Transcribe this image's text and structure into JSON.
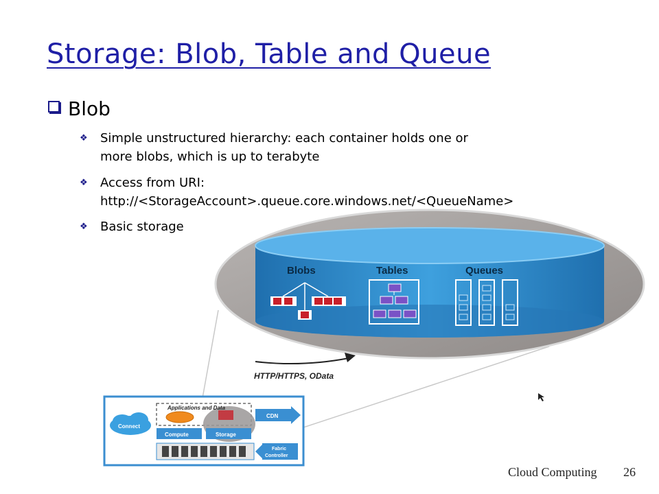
{
  "title": "Storage: Blob, Table and Queue",
  "bullet": "Blob",
  "sub_bullets": [
    {
      "line1": "Simple unstructured hierarchy: each container holds one or",
      "line2": "more blobs, which is up to terabyte"
    },
    {
      "line1": "Access from URI:",
      "line2": "http://<StorageAccount>.queue.core.windows.net/<QueueName>"
    },
    {
      "line1": "Basic storage",
      "line2": ""
    }
  ],
  "diagram": {
    "blobs": "Blobs",
    "tables": "Tables",
    "queues": "Queues",
    "protocol": "HTTP/HTTPS, OData",
    "apps": "Applications and Data",
    "connect": "Connect",
    "compute": "Compute",
    "storage": "Storage",
    "cdn": "CDN",
    "fabric_1": "Fabric",
    "fabric_2": "Controller"
  },
  "footer": {
    "course": "Cloud Computing",
    "page": "26"
  },
  "colors": {
    "title": "#1f1fa6",
    "bullet": "#1b1b8a",
    "storage_blue": "#2a86c8",
    "blob_red": "#c8202a",
    "table_purple": "#7a52c6"
  }
}
